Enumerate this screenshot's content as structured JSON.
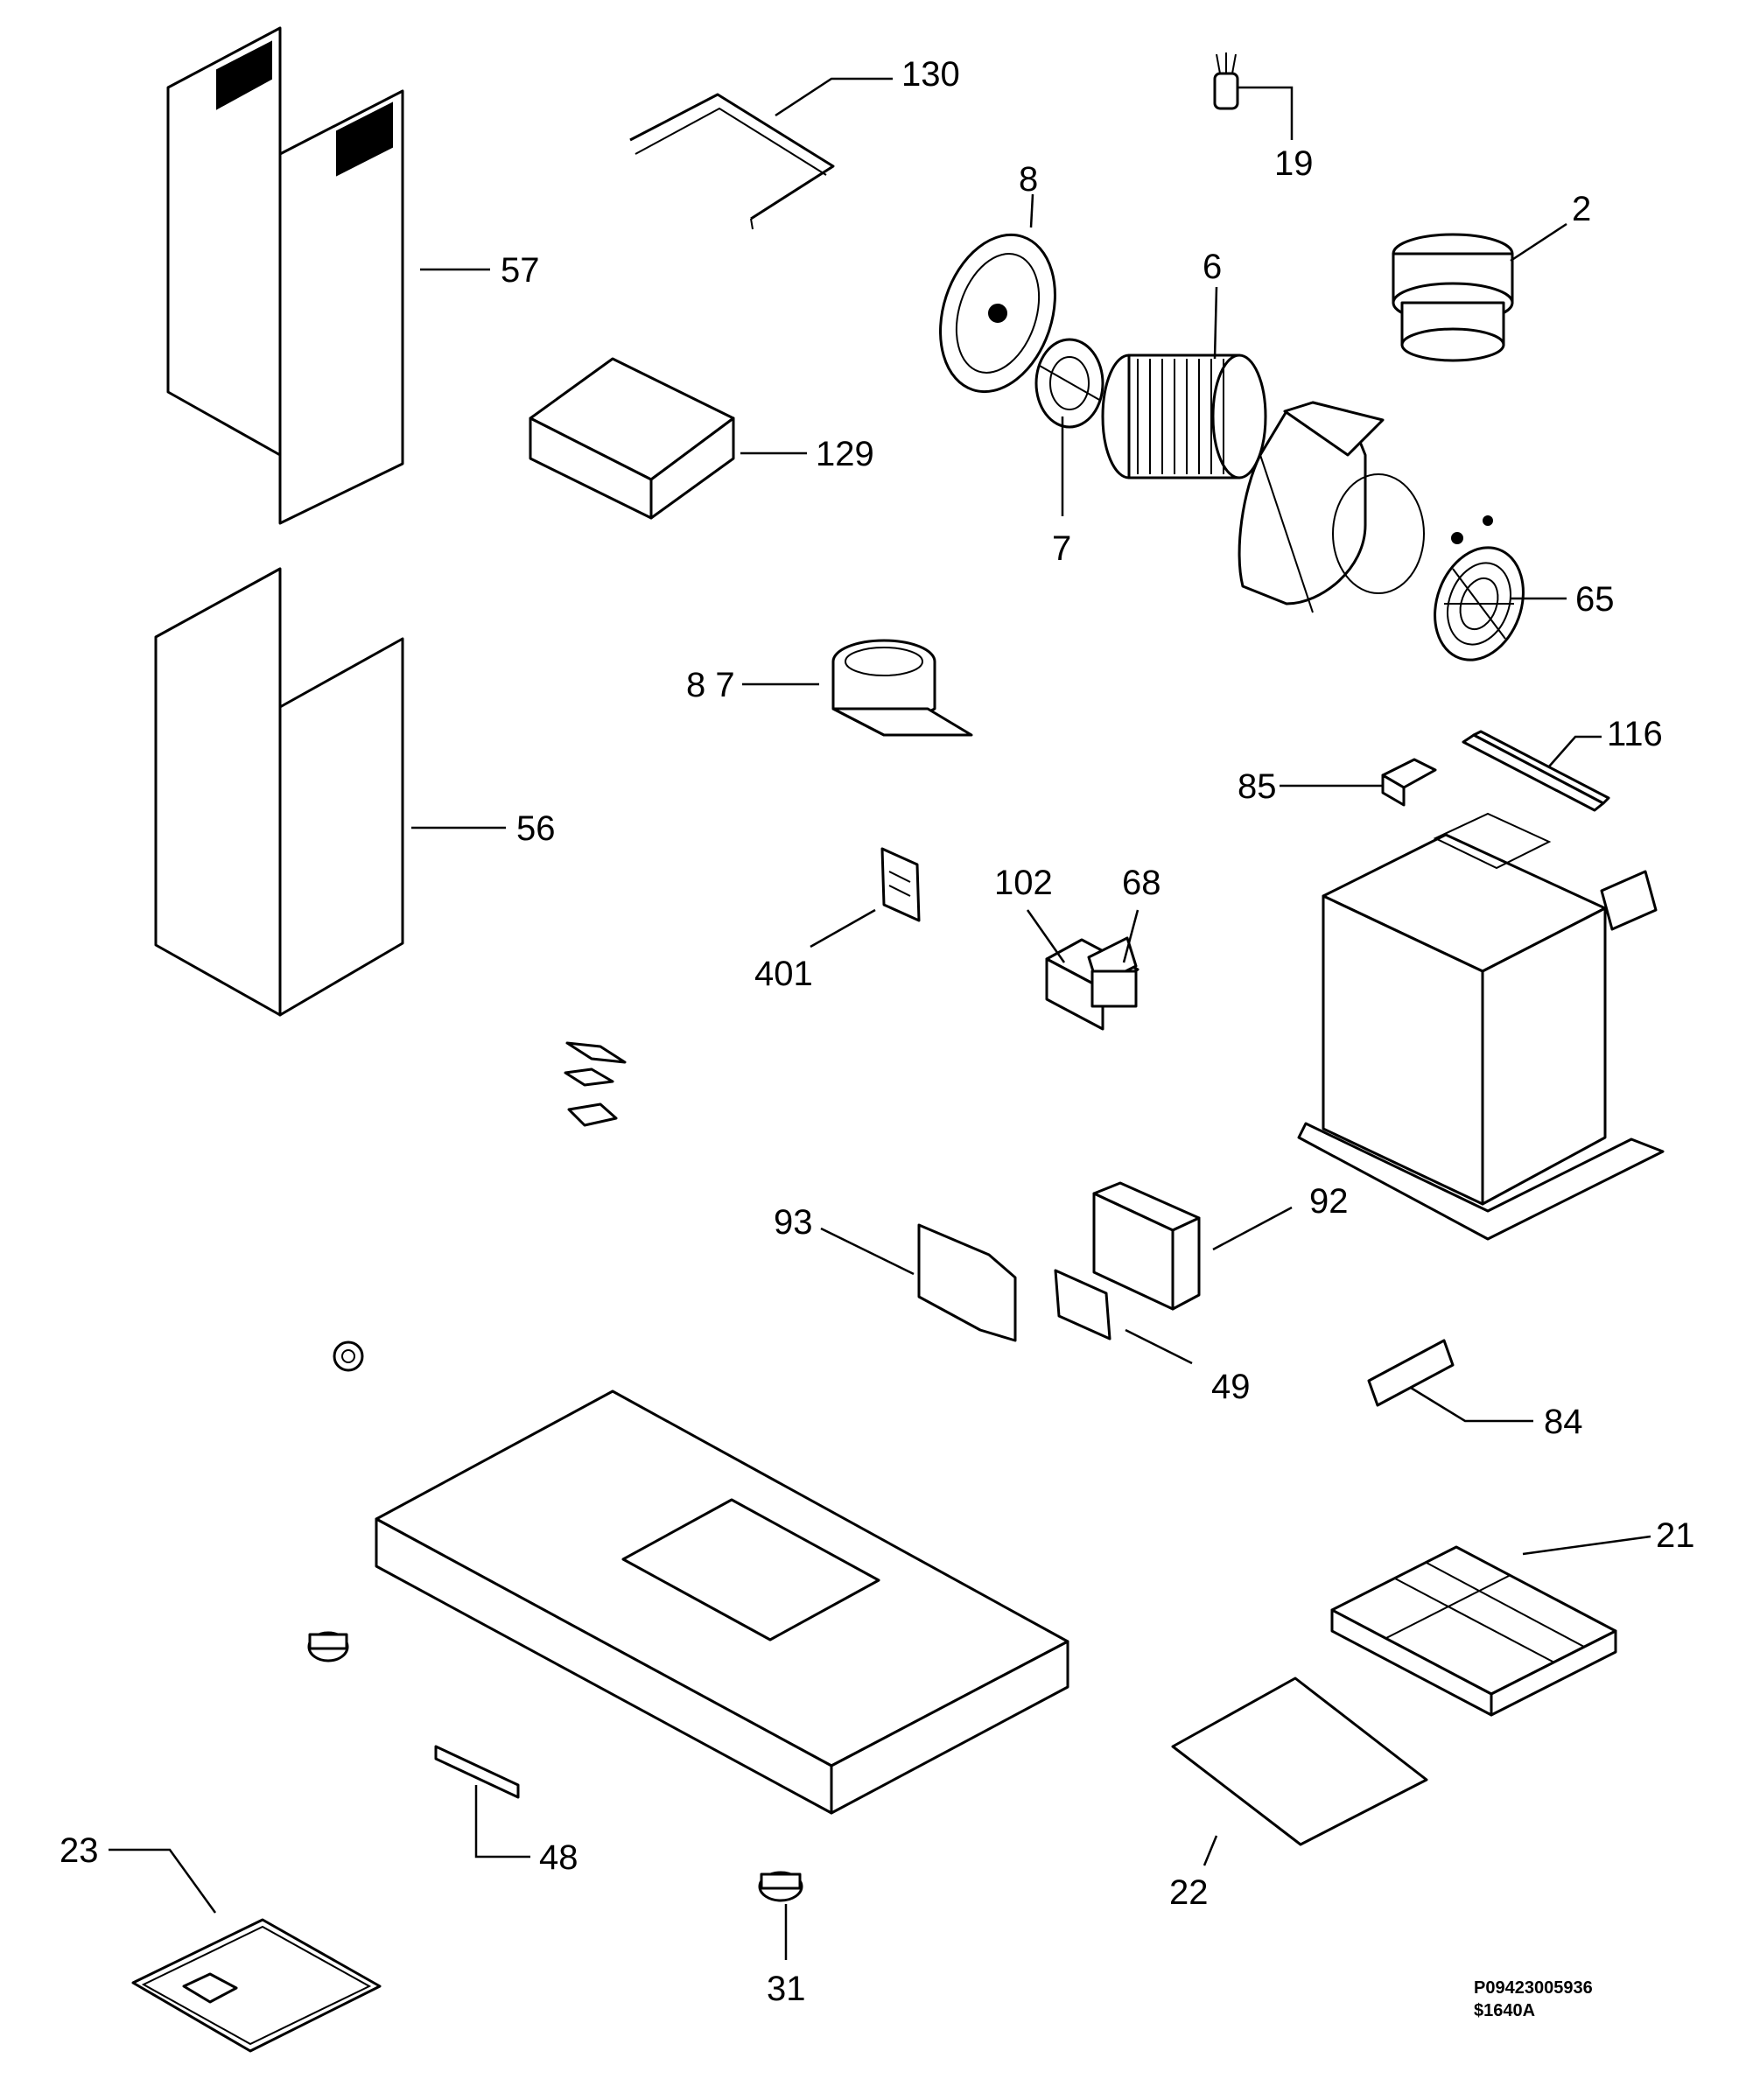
{
  "diagram": {
    "callouts": {
      "c130": "130",
      "c19": "19",
      "c8": "8",
      "c2": "2",
      "c6": "6",
      "c57": "57",
      "c129": "129",
      "c7": "7",
      "c65": "65",
      "c87": "8 7",
      "c116": "116",
      "c85": "85",
      "c56": "56",
      "c102": "102",
      "c68": "68",
      "c401": "401",
      "c93": "93",
      "c92": "92",
      "c49": "49",
      "c84": "84",
      "c21": "21",
      "c23": "23",
      "c48": "48",
      "c22": "22",
      "c31": "31"
    },
    "reference": {
      "code": "P09423005936",
      "sub": "$1640A"
    }
  }
}
